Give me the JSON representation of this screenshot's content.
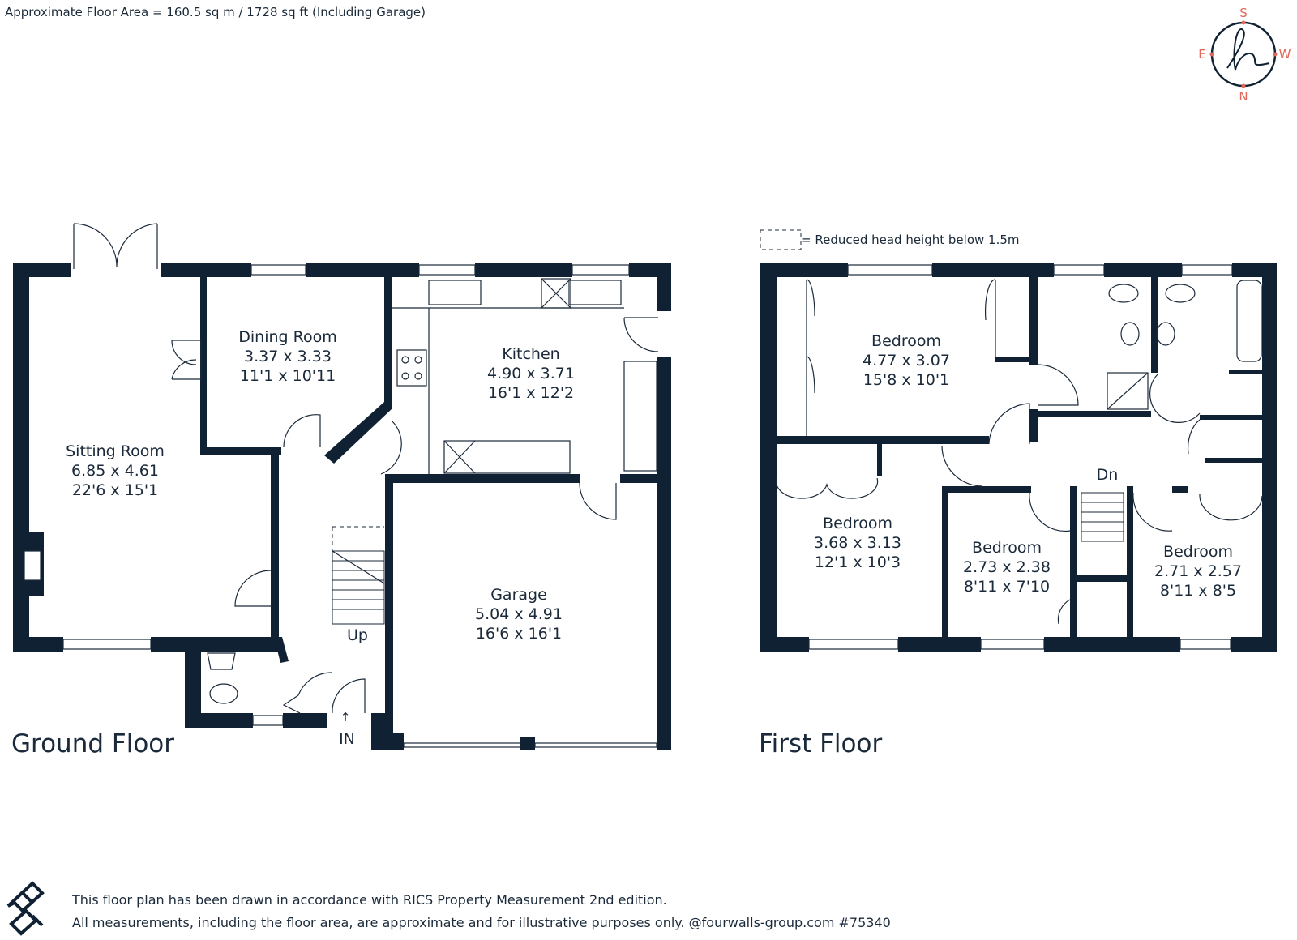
{
  "header": {
    "floor_area": "Approximate Floor Area = 160.5 sq m / 1728 sq ft (Including Garage)"
  },
  "compass": {
    "s": "S",
    "e": "E",
    "w": "W",
    "n": "N",
    "logo_glyph": "h",
    "accent": "#e0685a"
  },
  "legend": {
    "text": "= Reduced head height below 1.5m"
  },
  "ground_floor": {
    "label": "Ground Floor",
    "sitting_room": {
      "name": "Sitting Room",
      "metric": "6.85 x 4.61",
      "imperial": "22'6 x 15'1"
    },
    "dining_room": {
      "name": "Dining Room",
      "metric": "3.37 x 3.33",
      "imperial": "11'1 x 10'11"
    },
    "kitchen": {
      "name": "Kitchen",
      "metric": "4.90 x 3.71",
      "imperial": "16'1 x 12'2"
    },
    "garage": {
      "name": "Garage",
      "metric": "5.04 x 4.91",
      "imperial": "16'6 x 16'1"
    },
    "up": "Up",
    "entrance": "IN"
  },
  "first_floor": {
    "label": "First Floor",
    "bedroom_1": {
      "name": "Bedroom",
      "metric": "4.77 x 3.07",
      "imperial": "15'8 x 10'1"
    },
    "bedroom_2": {
      "name": "Bedroom",
      "metric": "3.68 x 3.13",
      "imperial": "12'1 x 10'3"
    },
    "bedroom_3": {
      "name": "Bedroom",
      "metric": "2.73 x 2.38",
      "imperial": "8'11 x 7'10"
    },
    "bedroom_4": {
      "name": "Bedroom",
      "metric": "2.71 x 2.57",
      "imperial": "8'11 x 8'5"
    },
    "down": "Dn"
  },
  "footer": {
    "line1": "This floor plan has been drawn in accordance with RICS Property Measurement 2nd edition.",
    "line2": "All measurements, including the floor area, are approximate and for illustrative purposes only. @fourwalls-group.com #75340"
  },
  "colors": {
    "wall": "#0f2133",
    "text": "#1b2a3a"
  }
}
